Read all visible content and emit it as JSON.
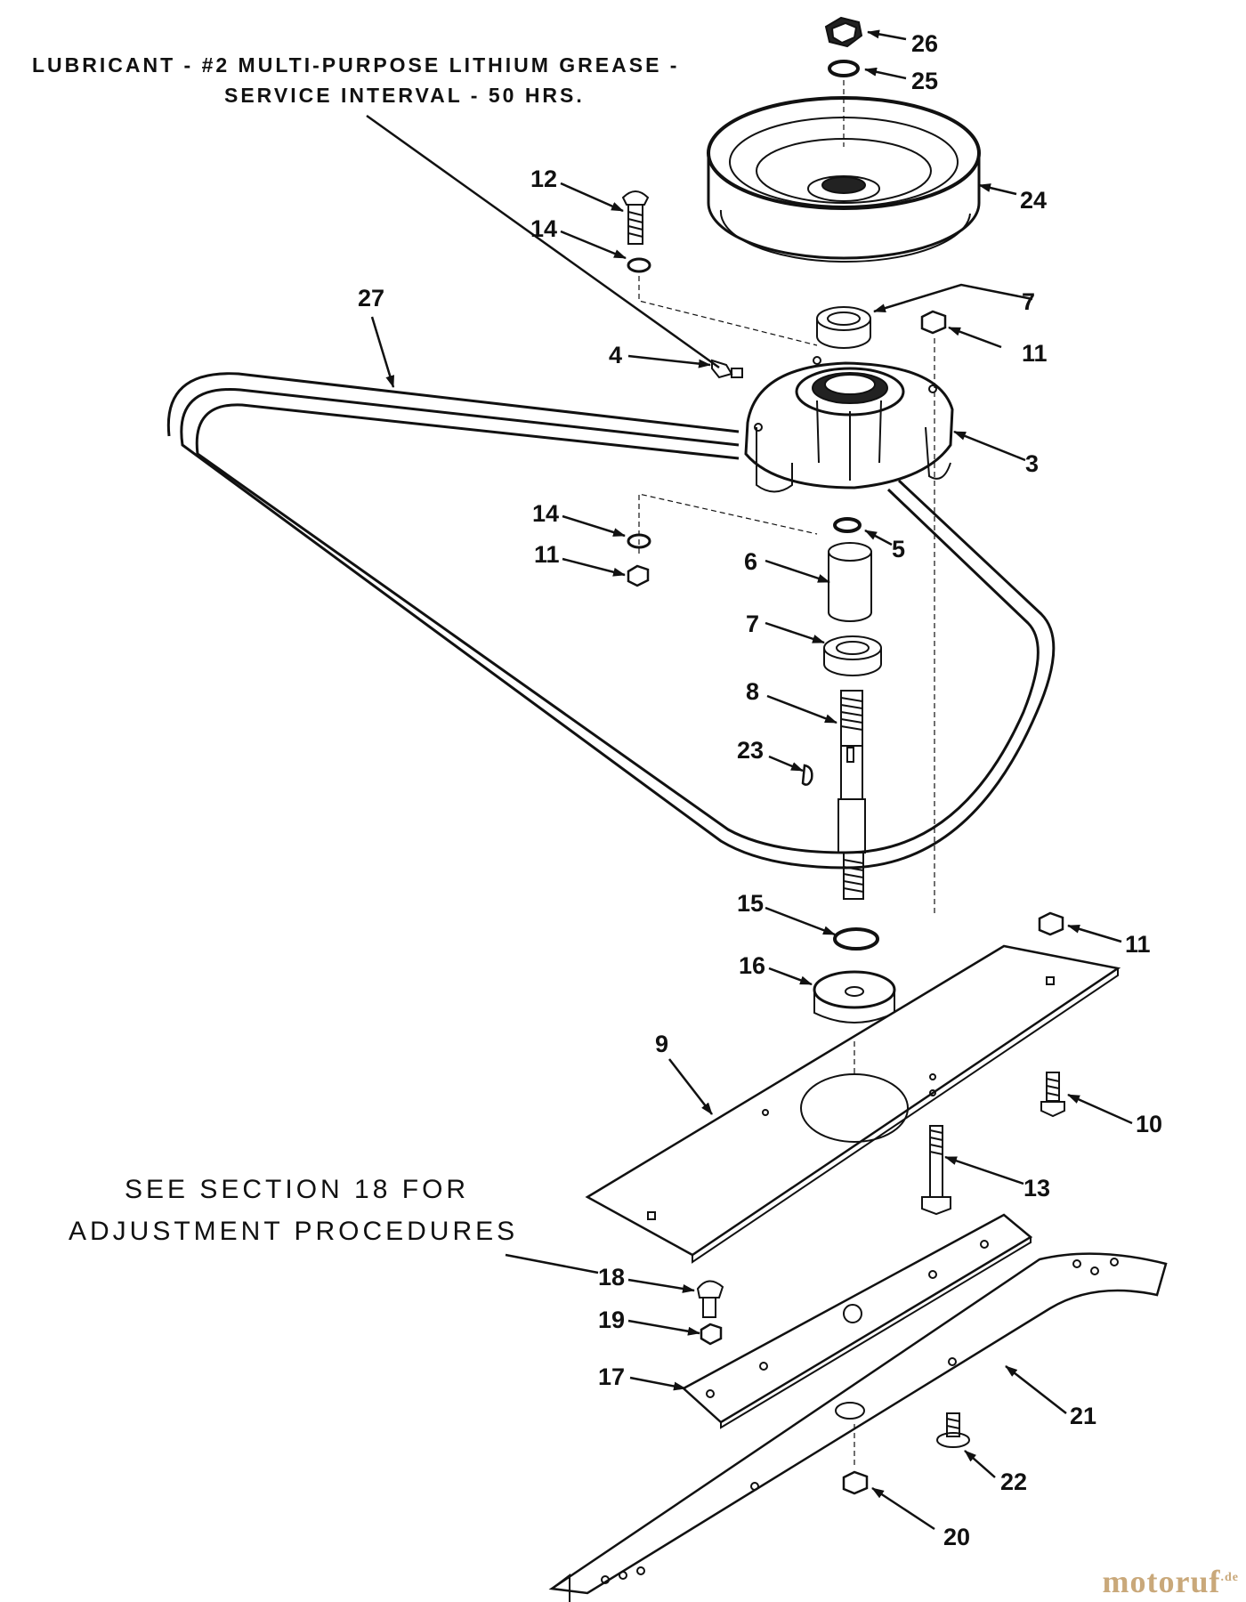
{
  "notes": {
    "lubricant_line1": "LUBRICANT - #2 MULTI-PURPOSE LITHIUM GREASE -",
    "lubricant_line2": "SERVICE INTERVAL - 50 HRS.",
    "adjustment_line1": "SEE SECTION 18 FOR",
    "adjustment_line2": "ADJUSTMENT PROCEDURES"
  },
  "callouts": [
    {
      "id": "26",
      "part": "nut"
    },
    {
      "id": "25",
      "part": "washer"
    },
    {
      "id": "24",
      "part": "pulley"
    },
    {
      "id": "12",
      "part": "bolt"
    },
    {
      "id": "14",
      "part": "washer"
    },
    {
      "id": "7",
      "part": "bearing"
    },
    {
      "id": "11",
      "part": "nut"
    },
    {
      "id": "27",
      "part": "belt"
    },
    {
      "id": "4",
      "part": "grease-fitting"
    },
    {
      "id": "3",
      "part": "spindle-housing"
    },
    {
      "id": "14",
      "part": "washer"
    },
    {
      "id": "11",
      "part": "nut"
    },
    {
      "id": "5",
      "part": "retaining-ring"
    },
    {
      "id": "6",
      "part": "spacer"
    },
    {
      "id": "7",
      "part": "bearing"
    },
    {
      "id": "8",
      "part": "spindle-shaft"
    },
    {
      "id": "23",
      "part": "key"
    },
    {
      "id": "15",
      "part": "washer"
    },
    {
      "id": "16",
      "part": "cup"
    },
    {
      "id": "11",
      "part": "nut"
    },
    {
      "id": "9",
      "part": "mounting-plate"
    },
    {
      "id": "10",
      "part": "bolt"
    },
    {
      "id": "13",
      "part": "bolt"
    },
    {
      "id": "18",
      "part": "bolt"
    },
    {
      "id": "19",
      "part": "nut"
    },
    {
      "id": "17",
      "part": "blade-bar"
    },
    {
      "id": "21",
      "part": "blade"
    },
    {
      "id": "22",
      "part": "bolt"
    },
    {
      "id": "20",
      "part": "nut"
    }
  ],
  "watermark": {
    "text": "motoruf",
    "suffix": ".de"
  }
}
